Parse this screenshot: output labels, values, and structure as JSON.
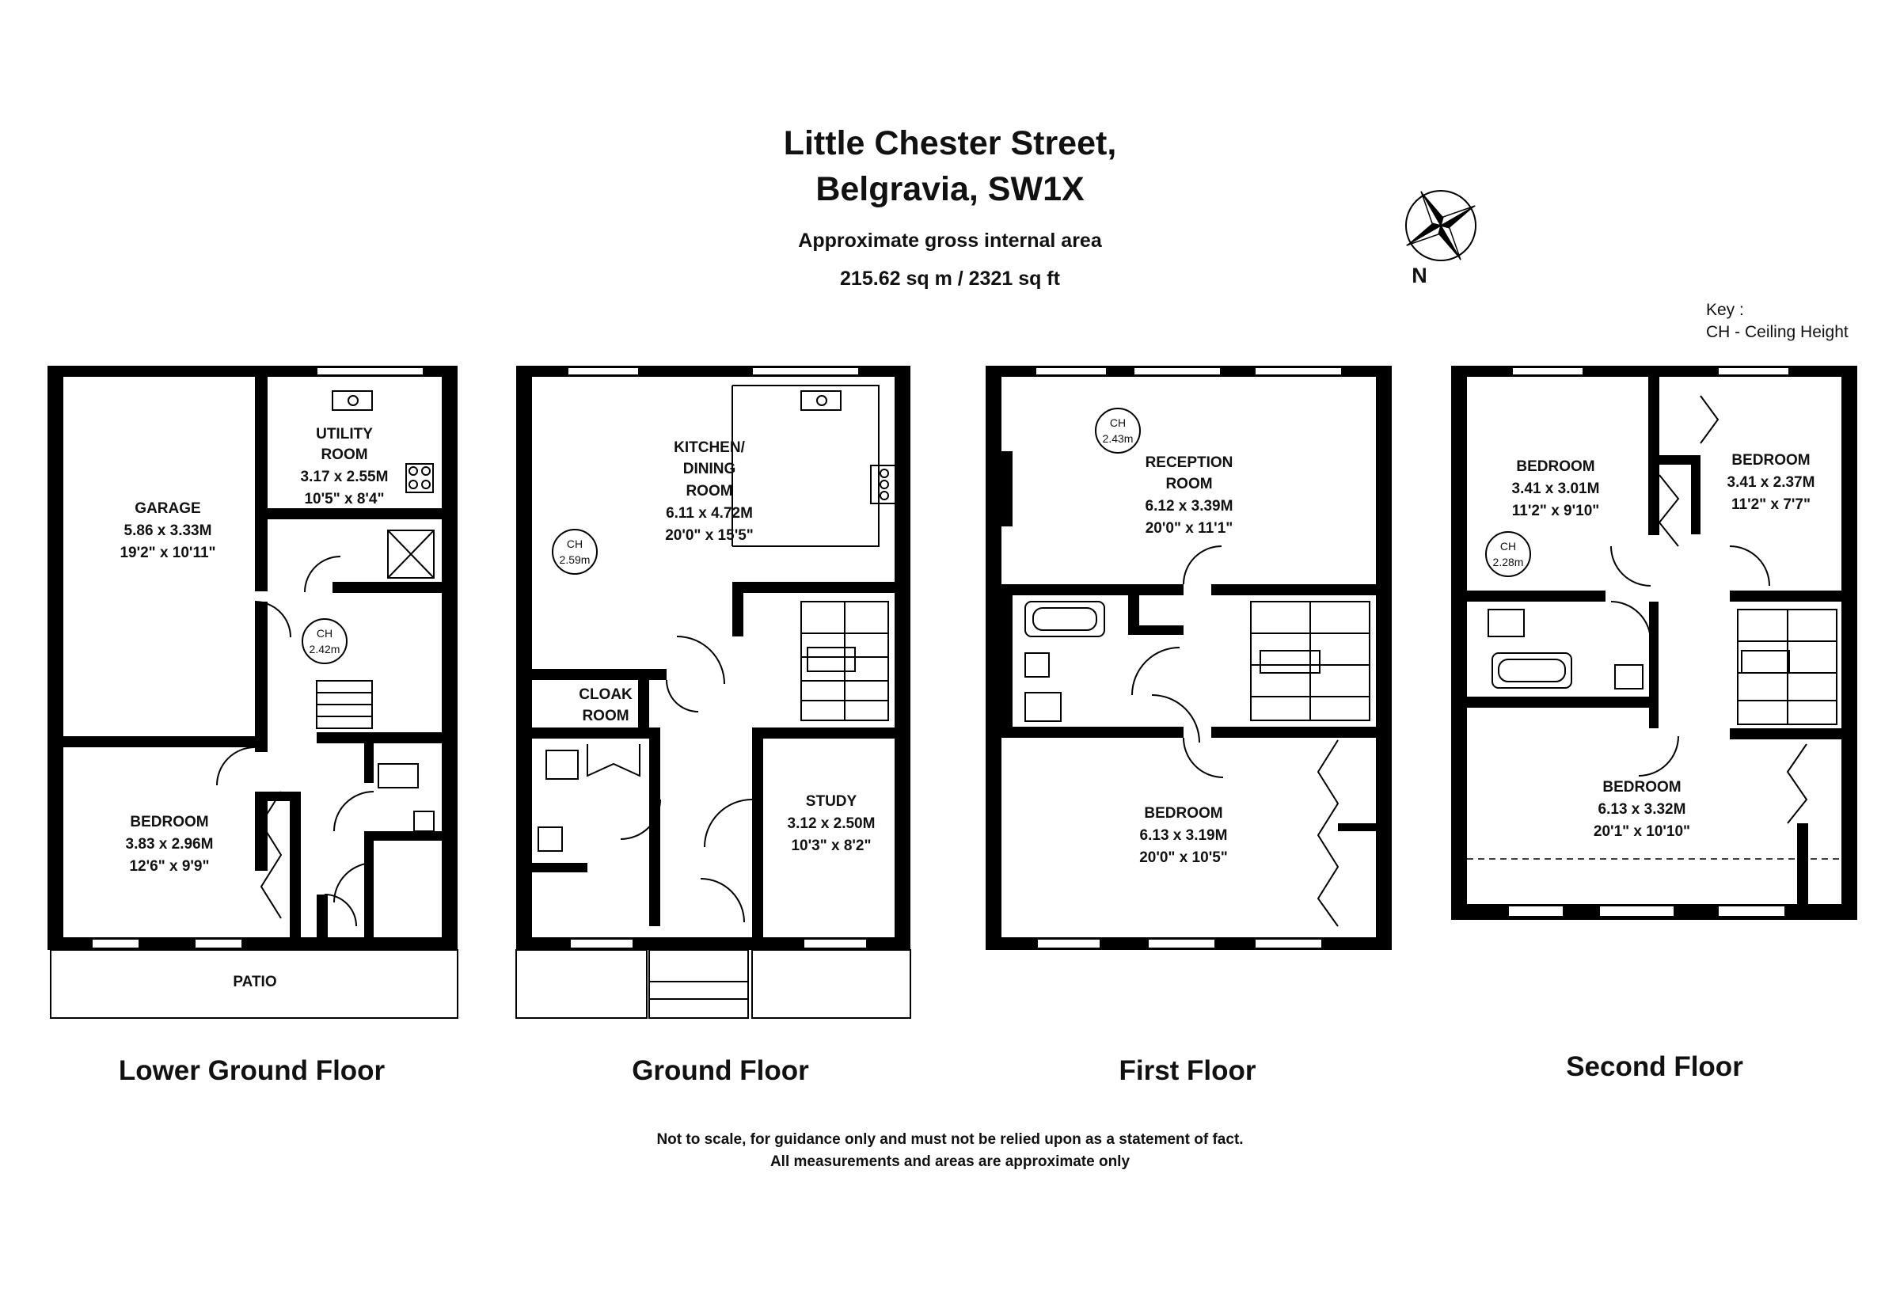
{
  "header": {
    "title_line1": "Little Chester Street,",
    "title_line2": "Belgravia, SW1X",
    "area_label": "Approximate gross internal area",
    "area_value": "215.62 sq m /  2321 sq ft"
  },
  "compass": {
    "north_label": "N"
  },
  "key": {
    "heading": "Key :",
    "entry": "CH - Ceiling Height"
  },
  "floors": {
    "lower_ground": {
      "label": "Lower Ground Floor",
      "garage": {
        "name": "GARAGE",
        "metric": "5.86 x 3.33M",
        "imperial": "19'2\" x 10'11\""
      },
      "utility": {
        "name1": "UTILITY",
        "name2": "ROOM",
        "metric": "3.17 x 2.55M",
        "imperial": "10'5\" x 8'4\""
      },
      "bedroom": {
        "name": "BEDROOM",
        "metric": "3.83 x 2.96M",
        "imperial": "12'6\" x 9'9\""
      },
      "patio": "PATIO",
      "ch": {
        "label": "CH",
        "value": "2.42m"
      }
    },
    "ground": {
      "label": "Ground Floor",
      "kitchen": {
        "name1": "KITCHEN/",
        "name2": "DINING",
        "name3": "ROOM",
        "metric": "6.11 x 4.72M",
        "imperial": "20'0\" x 15'5\""
      },
      "cloak": {
        "name1": "CLOAK",
        "name2": "ROOM"
      },
      "study": {
        "name": "STUDY",
        "metric": "3.12 x 2.50M",
        "imperial": "10'3\" x 8'2\""
      },
      "ch": {
        "label": "CH",
        "value": "2.59m"
      }
    },
    "first": {
      "label": "First Floor",
      "reception": {
        "name1": "RECEPTION",
        "name2": "ROOM",
        "metric": "6.12 x 3.39M",
        "imperial": "20'0\" x 11'1\""
      },
      "bedroom": {
        "name": "BEDROOM",
        "metric": "6.13 x 3.19M",
        "imperial": "20'0\" x 10'5\""
      },
      "ch": {
        "label": "CH",
        "value": "2.43m"
      }
    },
    "second": {
      "label": "Second Floor",
      "bedroom_a": {
        "name": "BEDROOM",
        "metric": "3.41 x 3.01M",
        "imperial": "11'2\" x 9'10\""
      },
      "bedroom_b": {
        "name": "BEDROOM",
        "metric": "3.41 x 2.37M",
        "imperial": "11'2\" x 7'7\""
      },
      "bedroom_c": {
        "name": "BEDROOM",
        "metric": "6.13 x 3.32M",
        "imperial": "20'1\" x 10'10\""
      },
      "ch": {
        "label": "CH",
        "value": "2.28m"
      }
    }
  },
  "footer": {
    "line1": "Not to scale, for guidance only and must not be relied upon as a statement of fact.",
    "line2": "All measurements and areas are approximate only"
  }
}
